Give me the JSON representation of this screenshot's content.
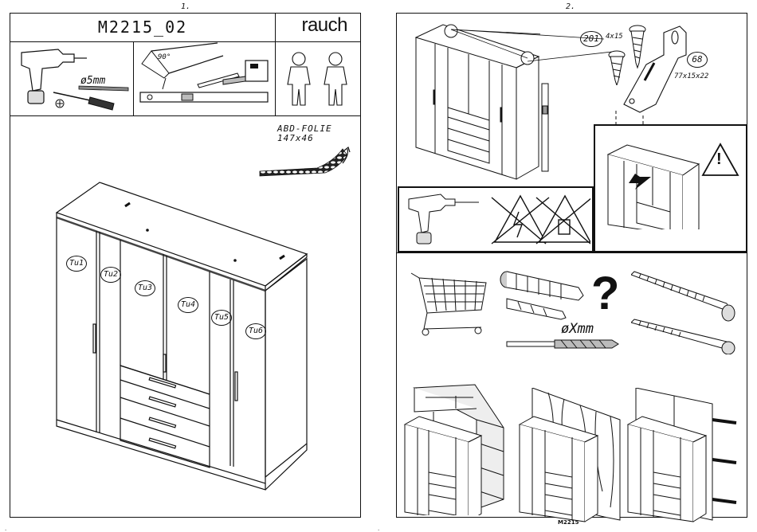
{
  "page1": {
    "number": "1.",
    "model": "M2215_02",
    "brand": "rauch",
    "drill_size": "ø5mm",
    "angle": "90°",
    "foil_label": "ABD-FOLIE",
    "foil_size": "147x46",
    "door_labels": [
      "Tu1",
      "Tu2",
      "Tu3",
      "Tu4",
      "Tu5",
      "Tu6"
    ]
  },
  "page2": {
    "number": "2.",
    "part_201": "201",
    "part_201_size": "4x15",
    "part_68": "68",
    "part_68_size": "77x15x22",
    "dowel_size": "øXmm",
    "question_mark": "?",
    "warning_mark": "!",
    "footer": "M2215"
  },
  "icons": [
    "drill-icon",
    "screwdriver-icon",
    "square-icon",
    "pencil-icon",
    "tape-measure-icon",
    "level-icon",
    "person-icon",
    "wardrobe-icon",
    "screw-icon",
    "angle-bracket-icon",
    "no-electricity-icon",
    "no-water-pipe-icon",
    "warning-icon",
    "shopping-cart-icon",
    "dowel-icon",
    "wall-screw-icon"
  ]
}
